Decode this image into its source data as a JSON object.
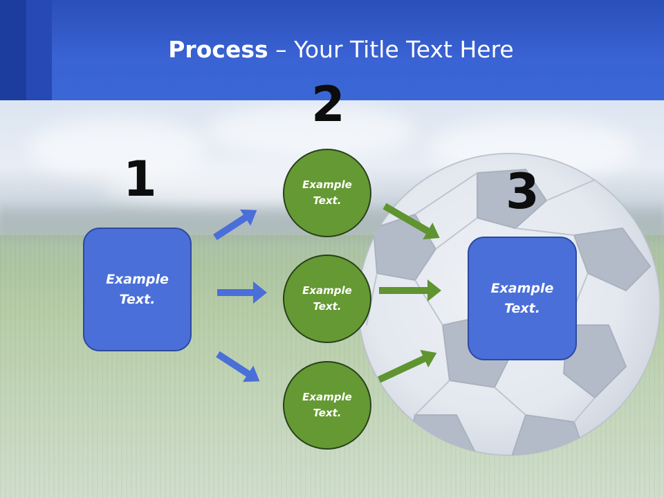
{
  "title": {
    "bold": "Process",
    "rest": " – Your Title Text Here"
  },
  "steps": [
    {
      "number": "1",
      "box_line1": "Example",
      "box_line2": "Text."
    },
    {
      "number": "2",
      "circles": [
        {
          "line1": "Example",
          "line2": "Text."
        },
        {
          "line1": "Example",
          "line2": "Text."
        },
        {
          "line1": "Example",
          "line2": "Text."
        }
      ]
    },
    {
      "number": "3",
      "box_line1": "Example",
      "box_line2": "Text."
    }
  ],
  "colors": {
    "header_blue": "#3b67d6",
    "box_blue": "#4a6fd8",
    "arrow_blue": "#4a6fd8",
    "circle_green": "#659933",
    "arrow_green": "#5f9430"
  },
  "icons": {
    "background": "soccer-ball-on-grass-photo",
    "arrows": "block-arrow-icon"
  }
}
